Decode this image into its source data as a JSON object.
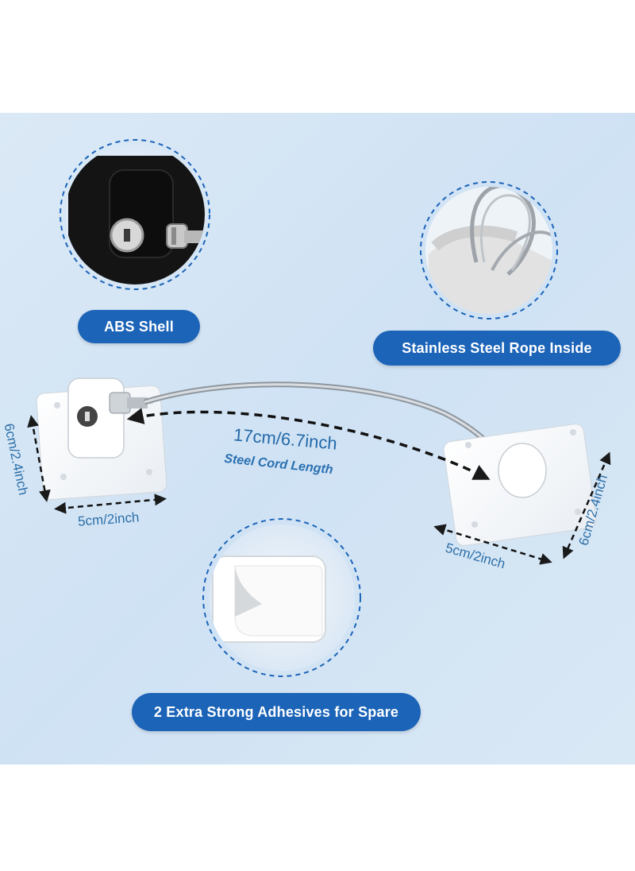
{
  "labels": {
    "abs_shell": "ABS Shell",
    "steel_rope": "Stainless Steel Rope Inside",
    "adhesives": "2 Extra Strong Adhesives for Spare",
    "cord_length": "17cm/6.7inch",
    "cord_caption": "Steel Cord Length",
    "left_height": "6cm/2.4inch",
    "left_width": "5cm/2inch",
    "right_width": "5cm/2inch",
    "right_height": "6cm/2.4inch"
  },
  "colors": {
    "accent": "#1c64b8",
    "background": "#d6e6f5",
    "dimension_text": "#2c6fa8"
  },
  "icons": [
    "lock-closeup-image",
    "steel-rope-image",
    "adhesive-pad-image",
    "window-lock-product-image"
  ]
}
